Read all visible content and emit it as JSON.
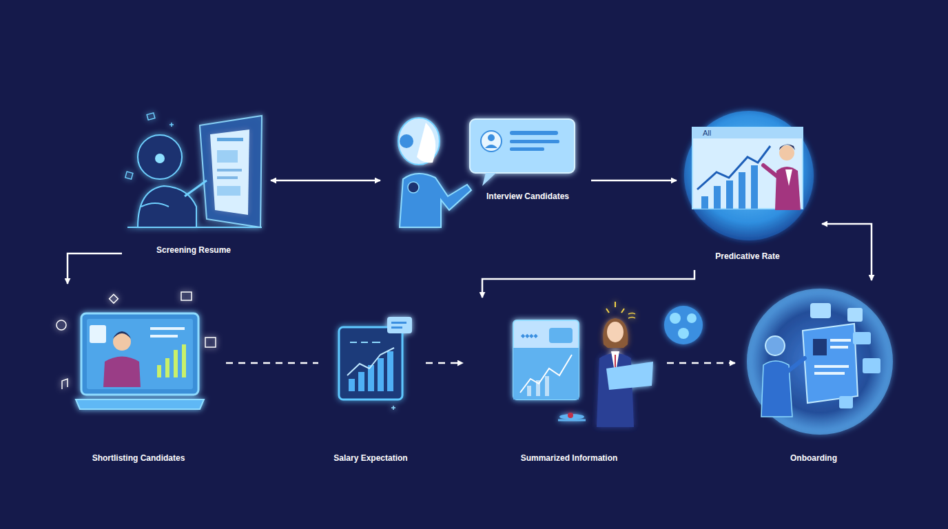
{
  "diagram": {
    "nodes": [
      {
        "text": [
          "Screening Resume"
        ]
      },
      {
        "text": [
          "Interview Candidates"
        ]
      },
      {
        "text": [
          "Predicative Rate"
        ]
      },
      {
        "text": [
          "Shortlisting Candidates"
        ]
      },
      {
        "text": [
          "Salary Expectation"
        ]
      },
      {
        "text": [
          "Summarized Information"
        ]
      },
      {
        "text": [
          "Onboarding"
        ]
      }
    ],
    "edges": [
      {
        "from": 0,
        "to": 1,
        "arrow": "both"
      },
      {
        "from": 1,
        "to": 2,
        "arrow": "to"
      },
      {
        "from": 0,
        "to": 3,
        "arrow": "to"
      },
      {
        "from": 2,
        "to": 5,
        "arrow": "to"
      },
      {
        "from": 2,
        "to": 6,
        "arrow": "both"
      },
      {
        "from": 3,
        "to": 4,
        "arrow": "none"
      },
      {
        "from": 4,
        "to": 5,
        "arrow": "to"
      },
      {
        "from": 5,
        "to": 6,
        "arrow": "to"
      }
    ],
    "labels": [
      "All"
    ]
  }
}
